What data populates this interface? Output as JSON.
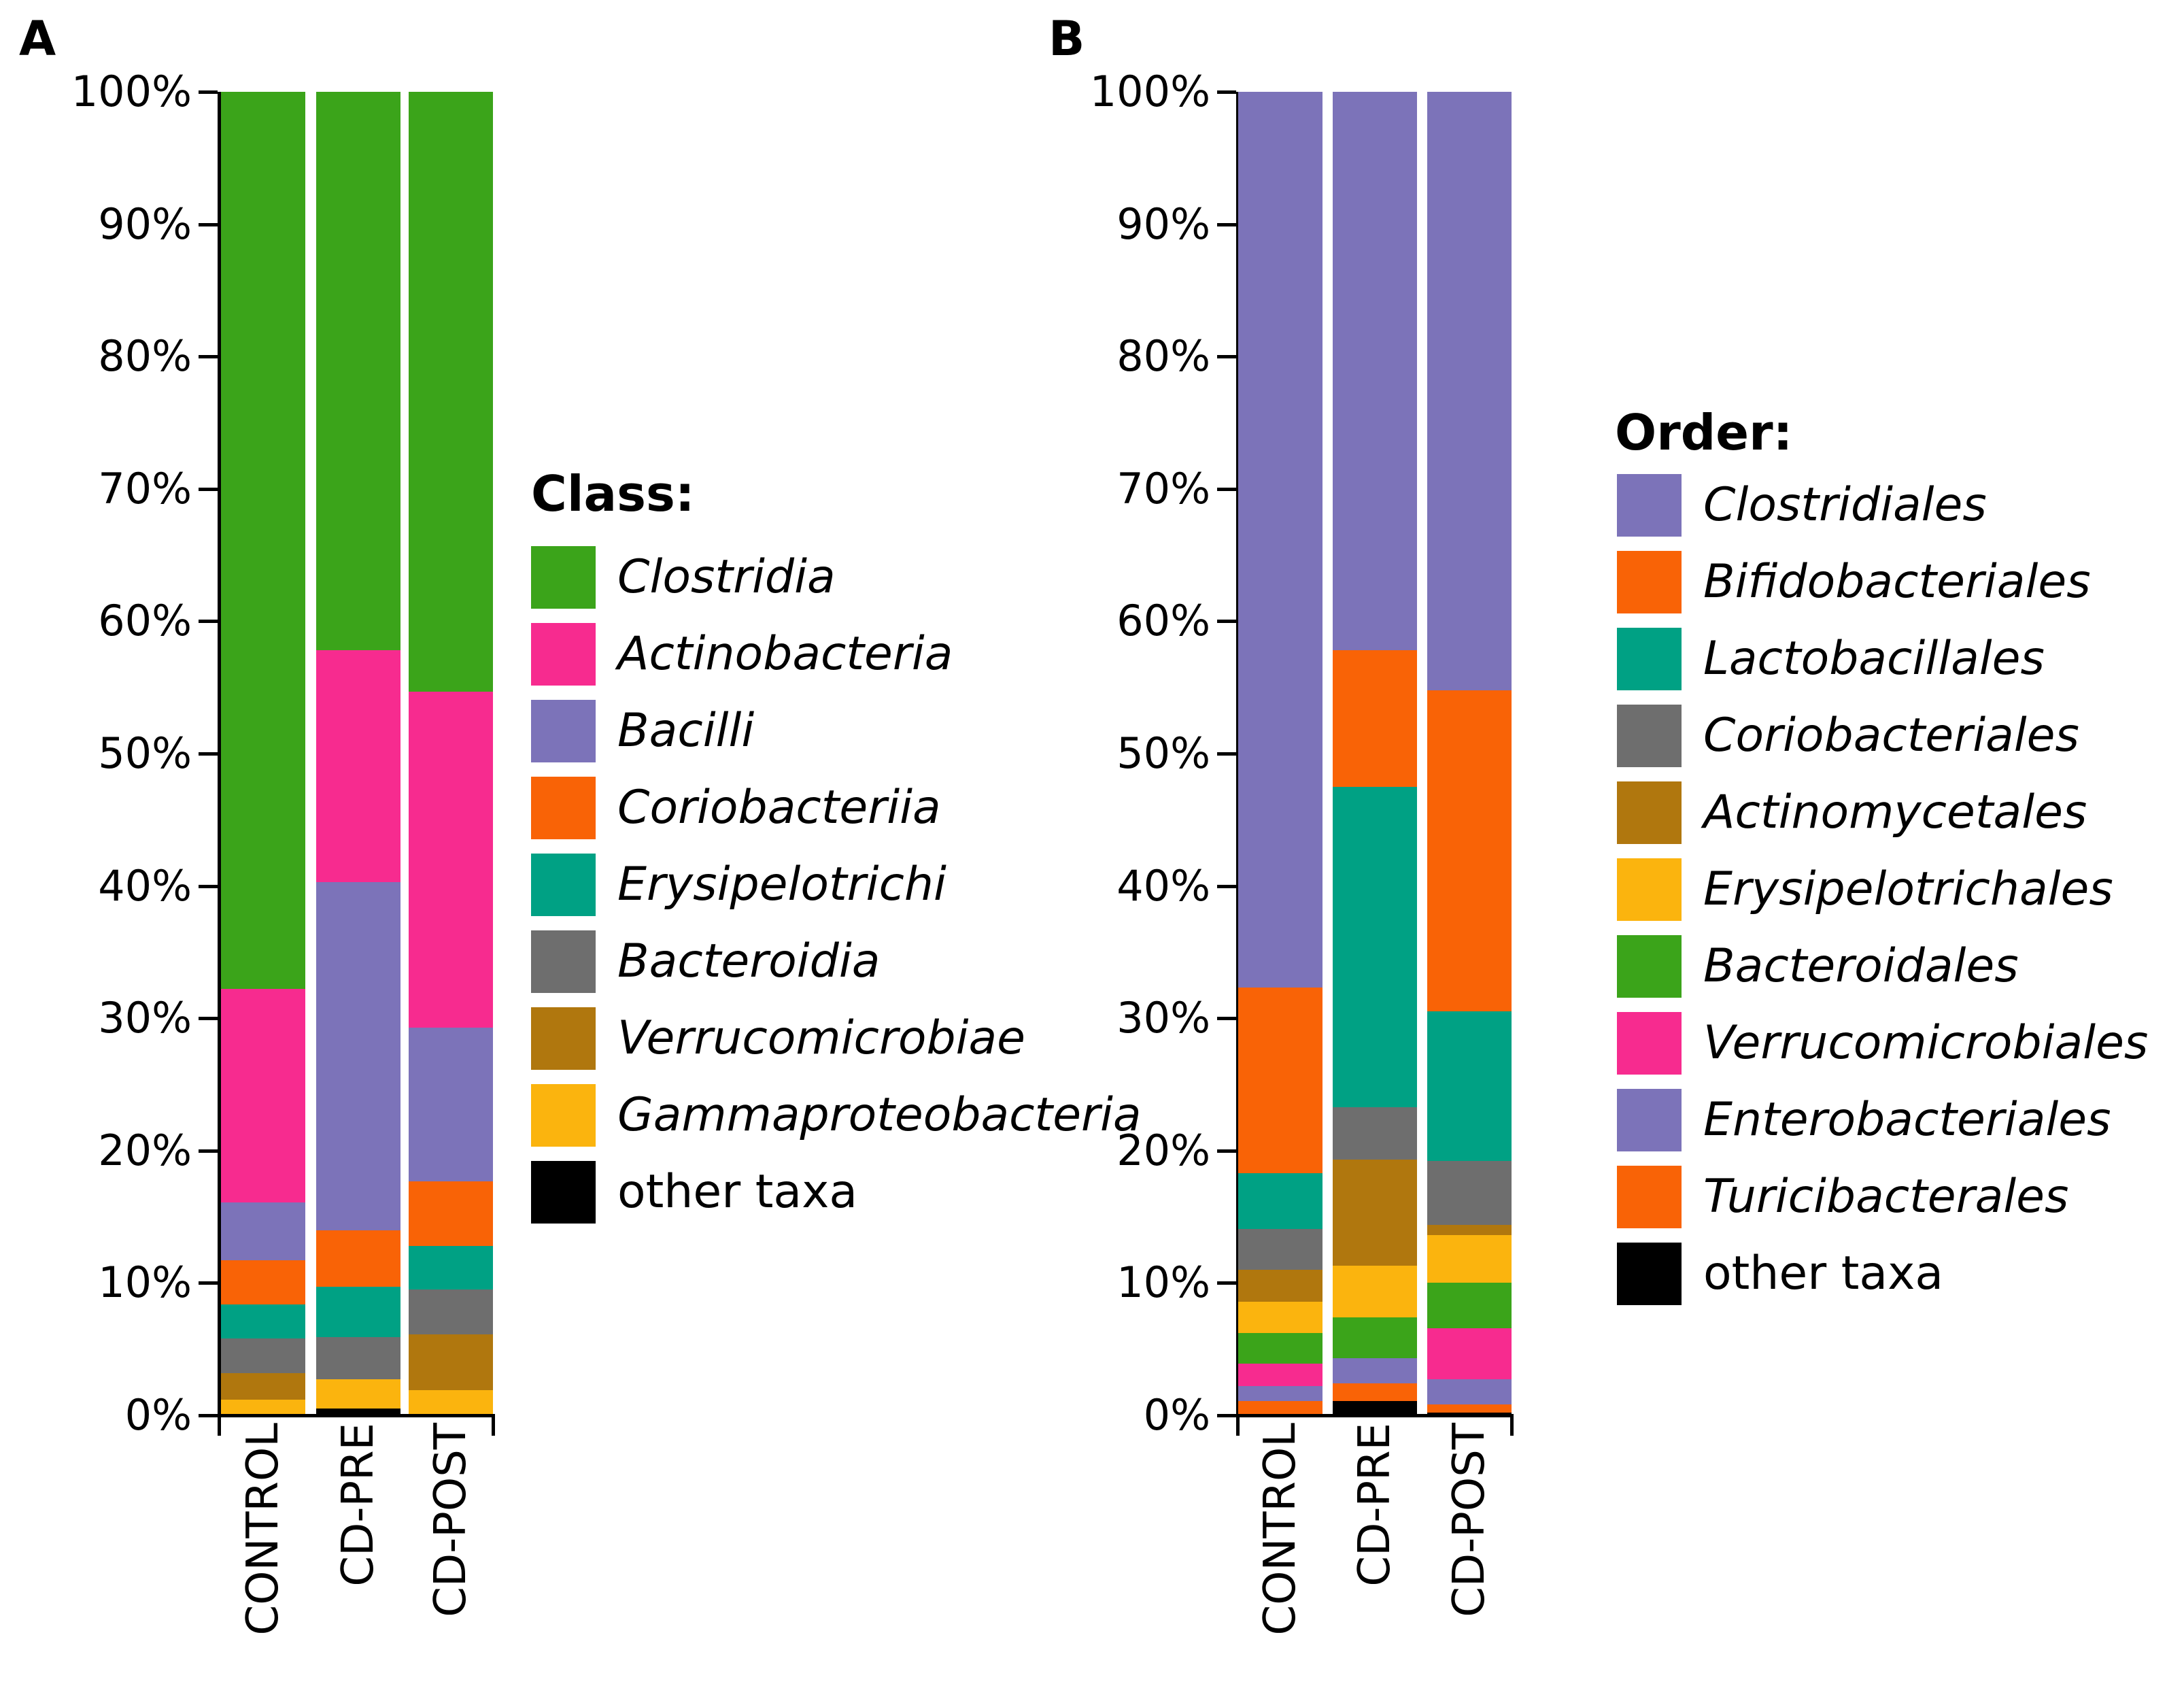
{
  "chart_data": [
    {
      "type": "bar",
      "stacked": true,
      "panel": "A",
      "legend_title": "Class:",
      "legend_position": "right",
      "categories": [
        "CONTROL",
        "CD-PRE",
        "CD-POST"
      ],
      "unit": "percent",
      "ylim": [
        0,
        100
      ],
      "yticks": [
        0,
        10,
        20,
        30,
        40,
        50,
        60,
        70,
        80,
        90,
        100
      ],
      "ytick_suffix": "%",
      "grid": false,
      "series": [
        {
          "name": "Clostridia",
          "color": "#3BA41A",
          "italic": true,
          "values": [
            67.8,
            42.2,
            45.3
          ]
        },
        {
          "name": "Actinobacteria",
          "color": "#F72B8F",
          "italic": true,
          "values": [
            16.1,
            17.5,
            25.4
          ]
        },
        {
          "name": "Bacilli",
          "color": "#7C73B9",
          "italic": true,
          "values": [
            4.4,
            26.3,
            11.6
          ]
        },
        {
          "name": "Coriobacteriia",
          "color": "#F96306",
          "italic": true,
          "values": [
            3.3,
            4.3,
            4.9
          ]
        },
        {
          "name": "Erysipelotrichi",
          "color": "#00A184",
          "italic": true,
          "values": [
            2.6,
            3.8,
            3.3
          ]
        },
        {
          "name": "Bacteroidia",
          "color": "#6E6E6E",
          "italic": true,
          "values": [
            2.6,
            3.2,
            3.4
          ]
        },
        {
          "name": "Verrucomicrobiae",
          "color": "#B0770E",
          "italic": true,
          "values": [
            2.0,
            0,
            4.2
          ]
        },
        {
          "name": "Gammaproteobacteria",
          "color": "#FBB40E",
          "italic": true,
          "values": [
            1.2,
            2.2,
            1.9
          ]
        },
        {
          "name": "other taxa",
          "color": "#000000",
          "italic": false,
          "values": [
            0,
            0.5,
            0
          ]
        }
      ]
    },
    {
      "type": "bar",
      "stacked": true,
      "panel": "B",
      "legend_title": "Order:",
      "legend_position": "right",
      "categories": [
        "CONTROL",
        "CD-PRE",
        "CD-POST"
      ],
      "unit": "percent",
      "ylim": [
        0,
        100
      ],
      "yticks": [
        0,
        10,
        20,
        30,
        40,
        50,
        60,
        70,
        80,
        90,
        100
      ],
      "ytick_suffix": "%",
      "grid": false,
      "series": [
        {
          "name": "Clostridiales",
          "color": "#7C73B9",
          "italic": true,
          "values": [
            67.7,
            42.2,
            45.2
          ]
        },
        {
          "name": "Bifidobacteriales",
          "color": "#F96306",
          "italic": true,
          "values": [
            14.0,
            10.3,
            24.3
          ]
        },
        {
          "name": "Lactobacillales",
          "color": "#00A184",
          "italic": true,
          "values": [
            4.2,
            24.2,
            11.3
          ]
        },
        {
          "name": "Coriobacteriales",
          "color": "#6E6E6E",
          "italic": true,
          "values": [
            3.1,
            4.0,
            4.8
          ]
        },
        {
          "name": "Actinomycetales",
          "color": "#B0770E",
          "italic": true,
          "values": [
            2.4,
            8.0,
            0.8
          ]
        },
        {
          "name": "Erysipelotrichales",
          "color": "#FBB40E",
          "italic": true,
          "values": [
            2.4,
            3.9,
            3.6
          ]
        },
        {
          "name": "Bacteroidales",
          "color": "#3BA41A",
          "italic": true,
          "values": [
            2.3,
            3.1,
            3.4
          ]
        },
        {
          "name": "Verrucomicrobiales",
          "color": "#F72B8F",
          "italic": true,
          "values": [
            1.7,
            0,
            3.9
          ]
        },
        {
          "name": "Enterobacteriales",
          "color": "#7C73B9",
          "italic": true,
          "values": [
            1.1,
            1.9,
            1.9
          ]
        },
        {
          "name": "Turicibacterales",
          "color": "#F96306",
          "italic": true,
          "values": [
            1.1,
            1.3,
            0.6
          ]
        },
        {
          "name": "other taxa",
          "color": "#000000",
          "italic": false,
          "values": [
            0,
            1.1,
            0.2
          ]
        }
      ]
    }
  ]
}
